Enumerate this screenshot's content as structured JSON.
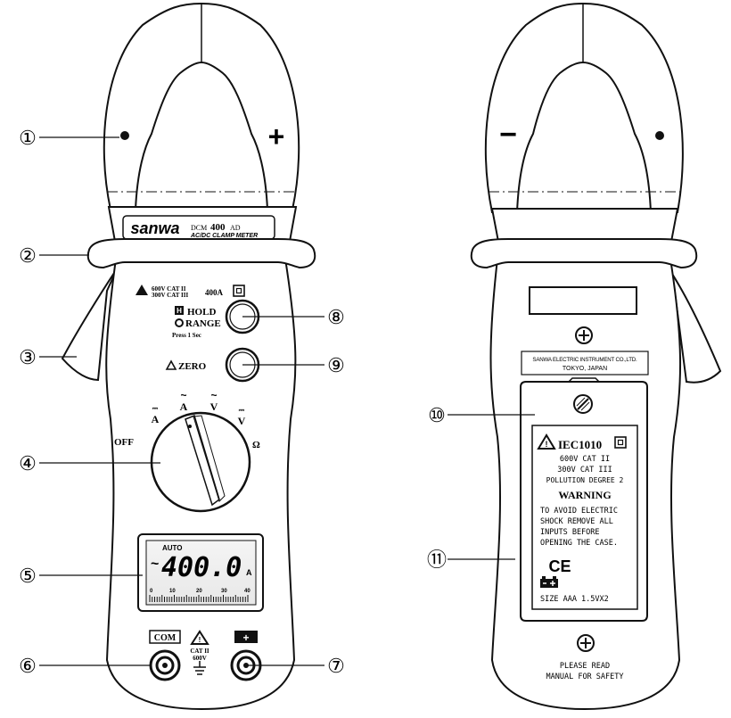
{
  "front": {
    "brand": "sanwa",
    "model_prefix": "DCM",
    "model_number": "400",
    "model_suffix": "AD",
    "subtitle": "AC/DC CLAMP METER",
    "rating_600": "600V CAT II",
    "rating_300": "300V CAT III",
    "rating_400a": "400A",
    "hold_label": "HOLD",
    "hold_key": "H",
    "range_label": "RANGE",
    "press_label": "Press 1 Sec",
    "zero_label": "ZERO",
    "dial_off": "OFF",
    "dial_dca": "A",
    "dial_aca": "A",
    "dial_acv": "V",
    "dial_dcv": "V",
    "dial_ohm": "Ω",
    "lcd_auto": "AUTO",
    "lcd_ac_symbol": "~",
    "lcd_reading": "400.0",
    "lcd_unit": "A",
    "lcd_scale": [
      "0",
      "10",
      "20",
      "30",
      "40"
    ],
    "com_label": "COM",
    "plus_label": "+",
    "jack_cat": "CAT II",
    "jack_volt": "600V"
  },
  "back": {
    "minus_mark": "−",
    "maker_line1": "SANWA ELECTRIC INSTRUMENT CO.,LTD.",
    "maker_line2": "TOKYO, JAPAN",
    "standard": "IEC1010",
    "cat_line1": "600V  CAT II",
    "cat_line2": "300V  CAT III",
    "pollution": "POLLUTION DEGREE 2",
    "warning_title": "WARNING",
    "warning_lines": [
      "TO AVOID ELECTRIC",
      "SHOCK REMOVE ALL",
      "INPUTS BEFORE",
      "OPENING THE CASE."
    ],
    "ce_mark": "CE",
    "battery_size": "SIZE  AAA  1.5VX2",
    "read_line1": "PLEASE READ",
    "read_line2": "MANUAL FOR SAFETY"
  },
  "callouts": [
    "①",
    "②",
    "③",
    "④",
    "⑤",
    "⑥",
    "⑦",
    "⑧",
    "⑨",
    "⑩",
    "⑪"
  ]
}
